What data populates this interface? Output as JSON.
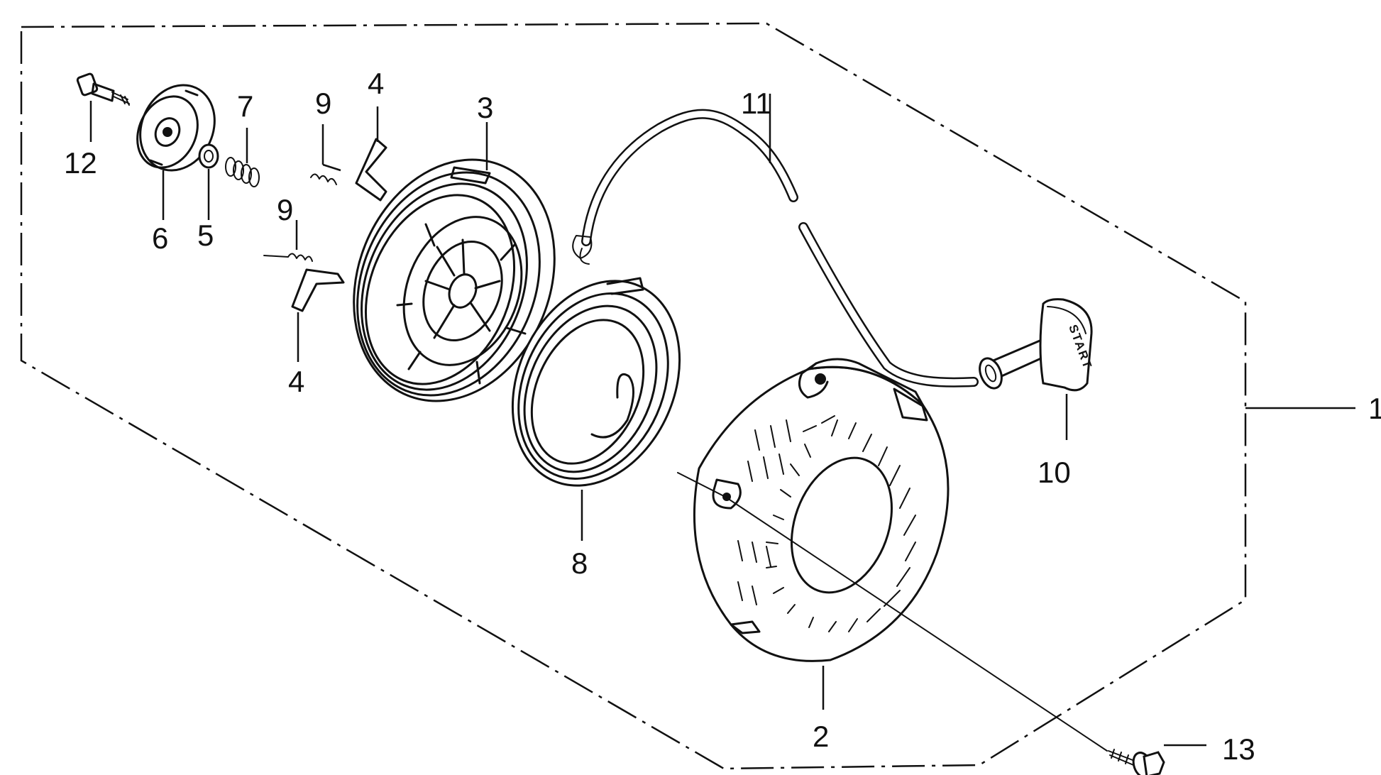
{
  "callouts": {
    "c1": "1",
    "c2": "2",
    "c3": "3",
    "c4a": "4",
    "c4b": "4",
    "c5": "5",
    "c6": "6",
    "c7": "7",
    "c8": "8",
    "c9a": "9",
    "c9b": "9",
    "c10": "10",
    "c11": "11",
    "c12": "12",
    "c13": "13"
  },
  "handle_label": "START"
}
